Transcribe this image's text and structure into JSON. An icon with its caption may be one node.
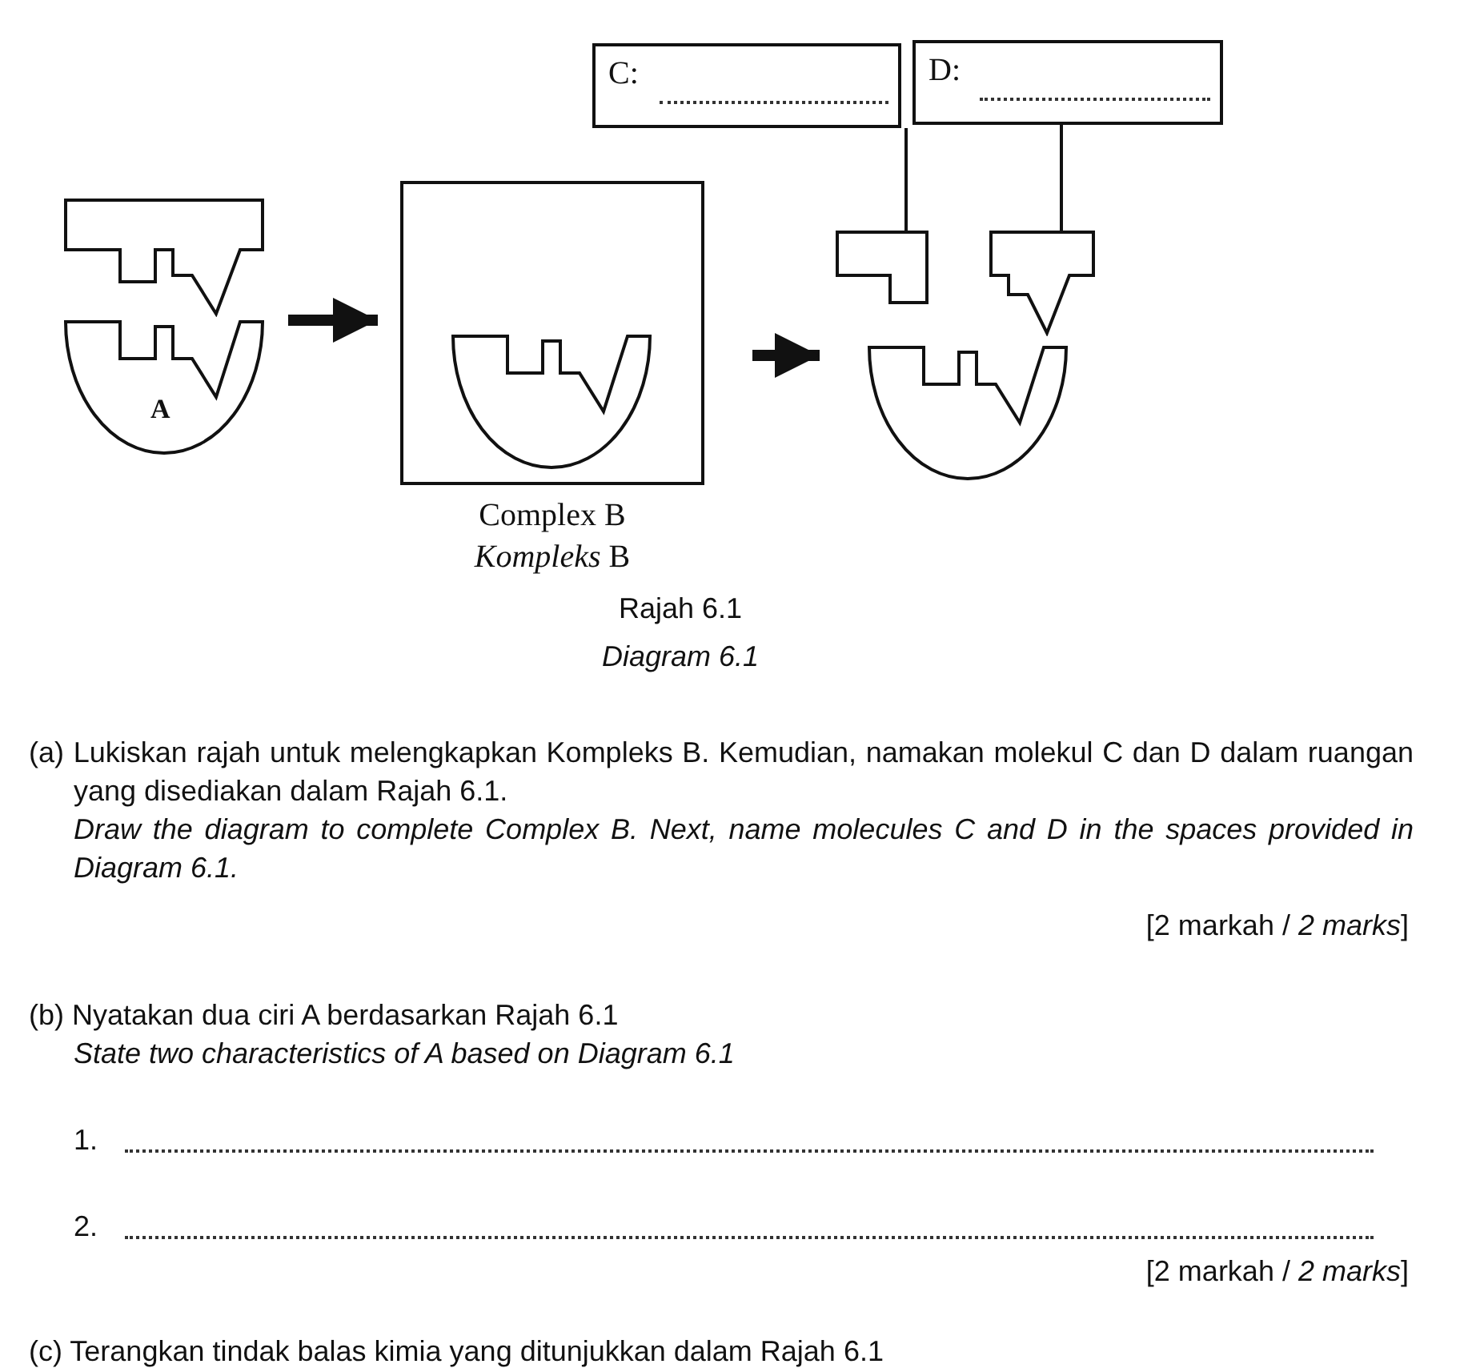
{
  "diagram": {
    "nodes": [
      {
        "text": [],
        "shape": "box"
      },
      {
        "text": [
          "A"
        ]
      },
      {
        "text": [],
        "shape": "box",
        "beside": [
          "Complex B",
          "*Kompleks* B"
        ]
      },
      {
        "text": [],
        "shape": "box",
        "in": 2
      },
      {
        "text": [],
        "shape": "box"
      },
      {
        "text": [],
        "shape": "box"
      },
      {
        "text": [],
        "shape": "box"
      },
      {
        "text": [
          "C:"
        ]
      },
      {
        "text": [
          "D:"
        ]
      }
    ],
    "edges": [
      {
        "from": 1,
        "to": 2,
        "arrow": "to",
        "style": "thick"
      },
      {
        "from": 2,
        "to": 6,
        "arrow": "to",
        "style": "thick"
      },
      {
        "from": 7,
        "to": 4,
        "arrow": "none"
      },
      {
        "from": 8,
        "to": 5,
        "arrow": "none"
      }
    ],
    "labels": [
      "Rajah 6.1",
      "Diagram 6.1",
      "(a) Lukiskan rajah untuk melengkapkan Kompleks B. Kemudian, namakan molekul C dan D dalam ruangan yang disediakan dalam Rajah 6.1.",
      "Draw the diagram to complete Complex B. Next, name molecules C and D in the spaces provided in Diagram 6.1.",
      "[2 markah / *2 marks*]",
      "(b) Nyatakan dua ciri A berdasarkan Rajah 6.1",
      "State two  characteristics of A based on Diagram 6.1",
      "1.",
      "2.",
      "[2 markah / *2 marks*]",
      "(c) Terangkan tindak balas kimia yang ditunjukkan dalam Rajah 6.1"
    ]
  }
}
